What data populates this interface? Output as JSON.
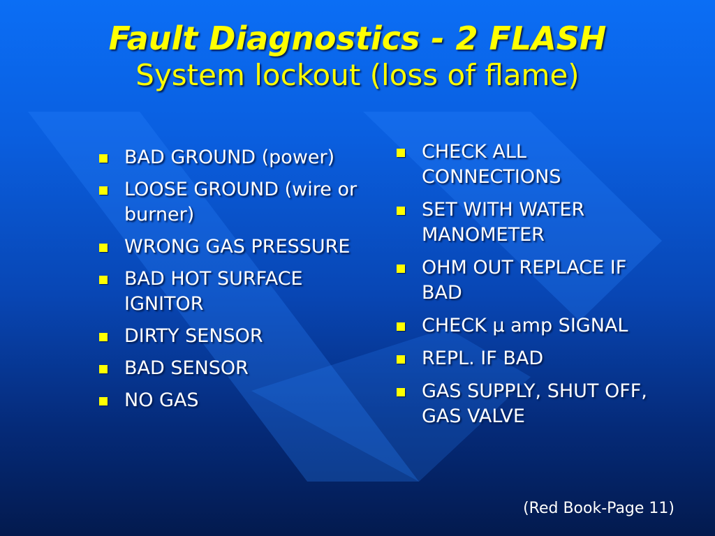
{
  "slide": {
    "title": "Fault Diagnostics - 2 FLASH",
    "subtitle": "System lockout (loss of flame)",
    "causes": [
      "BAD GROUND (power)",
      "LOOSE GROUND (wire or burner)",
      "WRONG GAS PRESSURE",
      "BAD HOT SURFACE IGNITOR",
      "DIRTY SENSOR",
      "BAD SENSOR",
      "NO GAS"
    ],
    "remedies": [
      "CHECK ALL CONNECTIONS",
      "SET WITH WATER MANOMETER",
      "OHM OUT REPLACE IF BAD",
      "CHECK µ amp SIGNAL",
      "REPL. IF BAD",
      "GAS SUPPLY, SHUT OFF, GAS VALVE"
    ],
    "footer": "(Red Book-Page 11)"
  },
  "colors": {
    "title": "#ffff00",
    "bullet": "#ffff00",
    "body_text": "#ffffff",
    "background": "#0a5fe0"
  }
}
